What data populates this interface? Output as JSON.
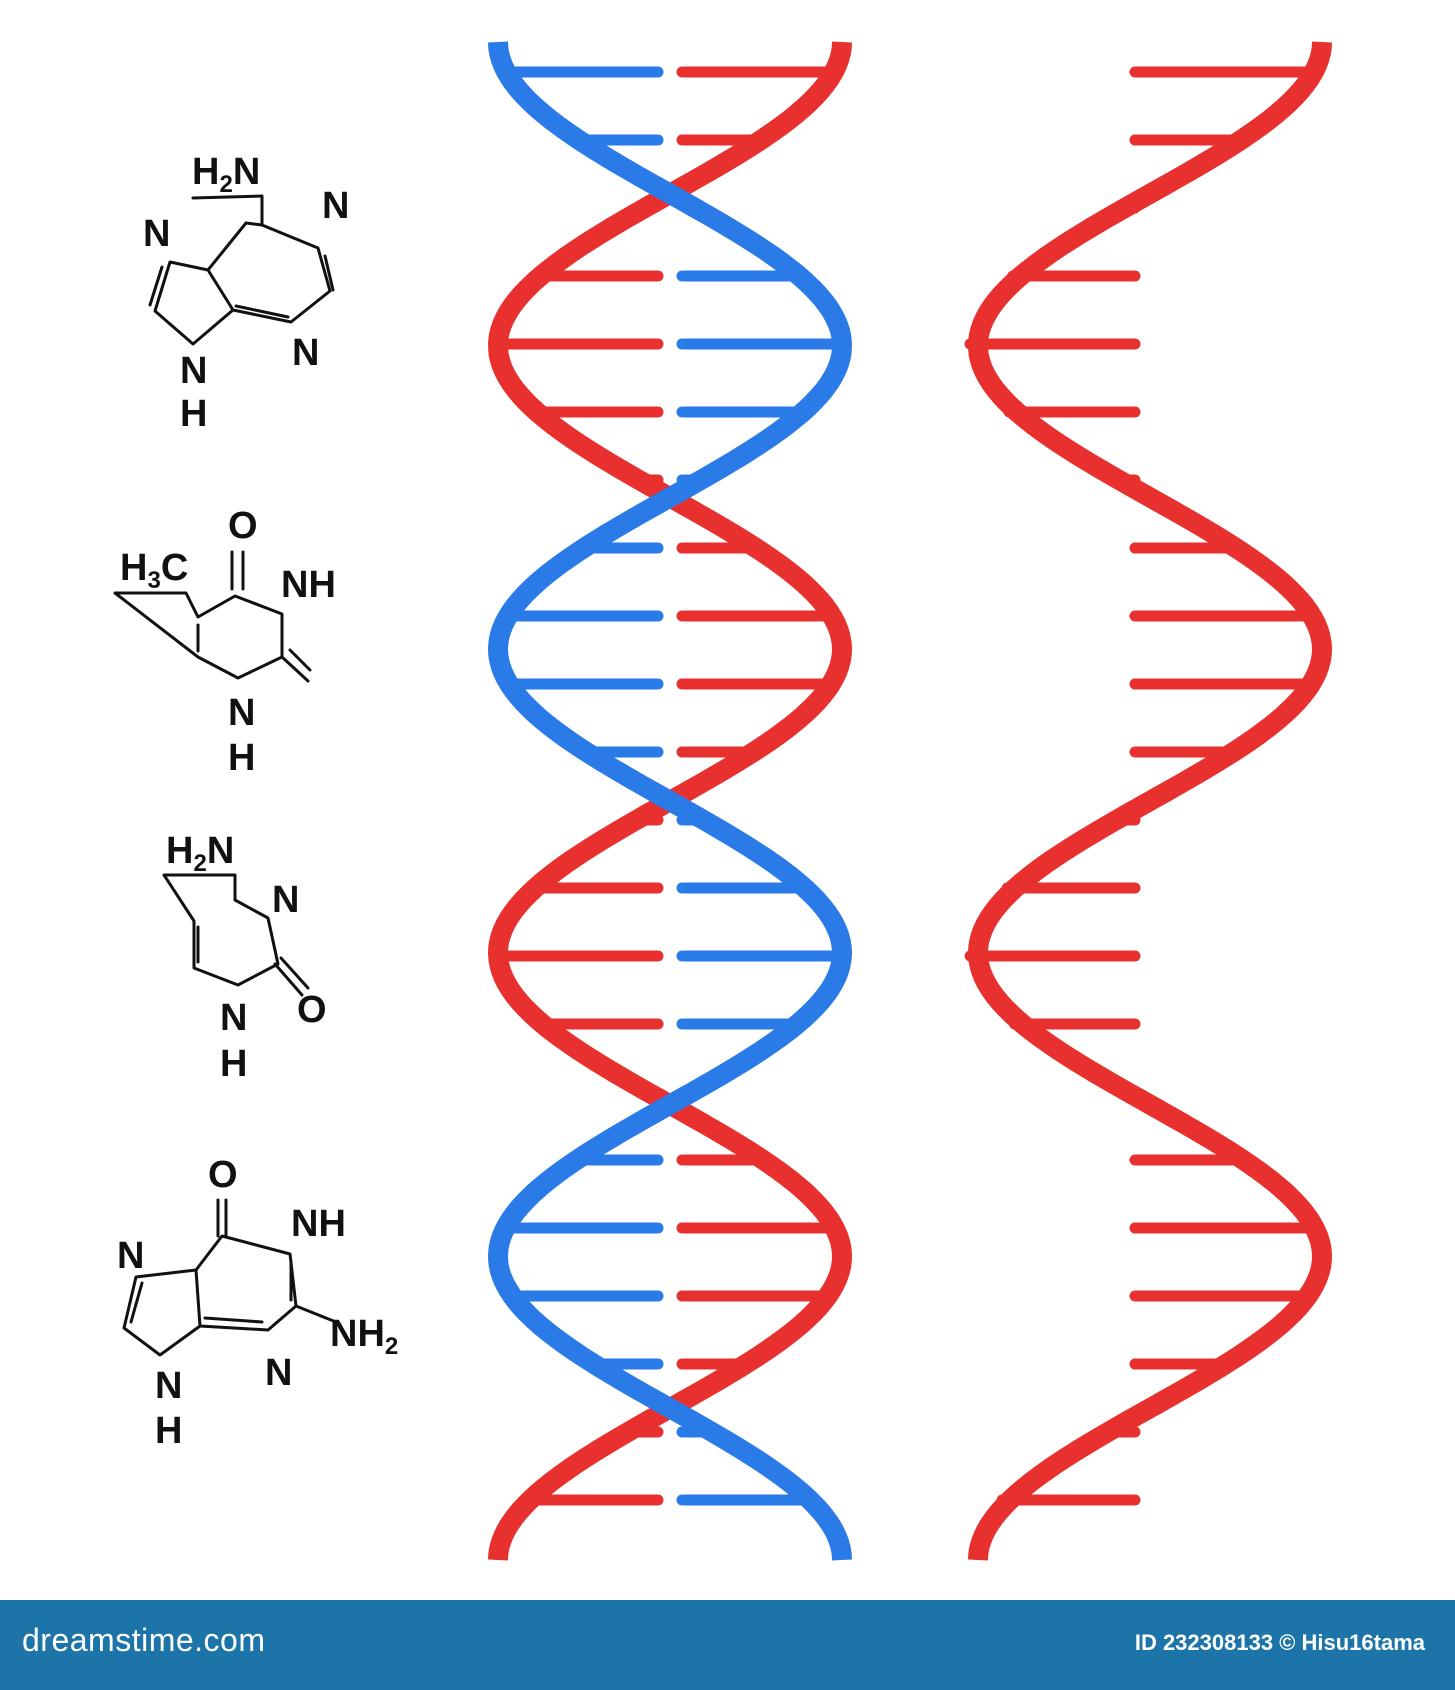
{
  "molecules": {
    "adenine": {
      "h2n": [
        "H",
        "2",
        "N"
      ],
      "n_top_right": "N",
      "n_left": "N",
      "n_bottom_right": "N",
      "nh_n": "N",
      "nh_h": "H"
    },
    "thymine": {
      "o": "O",
      "h3c": [
        "H",
        "3",
        "C"
      ],
      "nh": "NH",
      "nh_n": "N",
      "nh_h": "H"
    },
    "cytosine": {
      "h2n": [
        "H",
        "2",
        "N"
      ],
      "n": "N",
      "o": "O",
      "nh_n": "N",
      "nh_h": "H"
    },
    "guanine": {
      "o": "O",
      "nh": "NH",
      "n_left": "N",
      "nh2": [
        "NH",
        "2"
      ],
      "n_bottom": "N",
      "nh_n": "N",
      "nh_h": "H"
    }
  },
  "colors": {
    "strand_red": "#e8302f",
    "strand_blue": "#2a7be8",
    "footer_bg": "#1d74a8"
  },
  "footer": {
    "site": "dreamstime.com",
    "id_credit": "ID 232308133 © Hisu16tama"
  }
}
